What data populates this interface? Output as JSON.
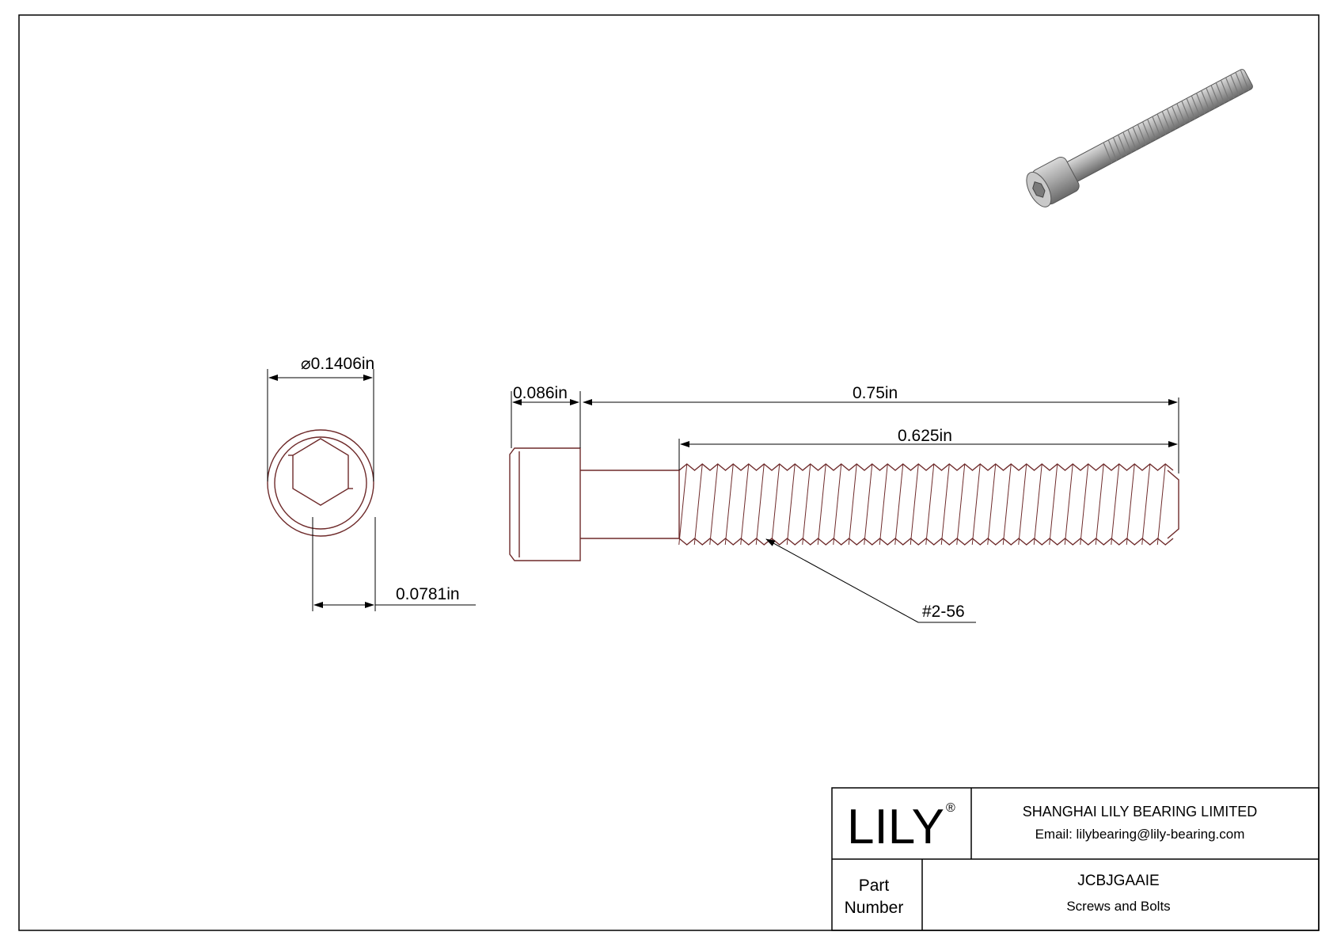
{
  "drawing": {
    "dimensions": {
      "head_diameter": "0.1406in",
      "diameter_symbol": "⌀",
      "socket_size": "0.0781in",
      "head_height": "0.086in",
      "overall_length": "0.75in",
      "thread_length": "0.625in",
      "thread_callout": "#2-56"
    }
  },
  "title_block": {
    "logo": "LILY",
    "registered_mark": "®",
    "company": "SHANGHAI LILY BEARING LIMITED",
    "email": "Email: lilybearing@lily-bearing.com",
    "part_label_line1": "Part",
    "part_label_line2": "Number",
    "part_number": "JCBJGAAIE",
    "category": "Screws and Bolts"
  },
  "colors": {
    "line": "#000000",
    "part_outline": "#6e2a2a",
    "background": "#ffffff"
  }
}
